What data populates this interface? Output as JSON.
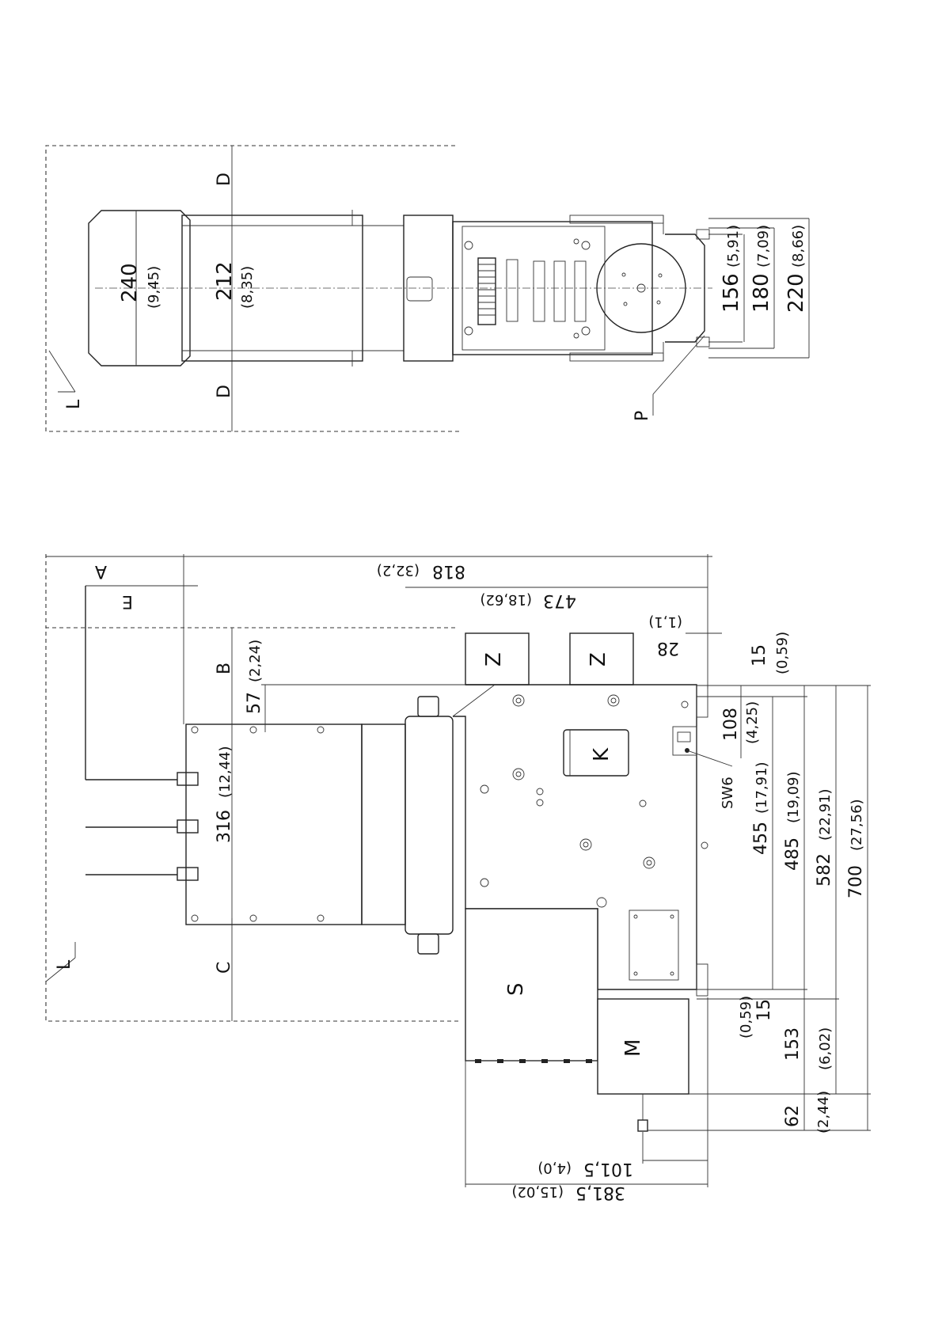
{
  "top_view": {
    "label_L": "L",
    "label_D_top": "D",
    "label_D_bottom": "D",
    "label_P": "P",
    "dim_240": "240",
    "dim_240_in": "(9,45)",
    "dim_212": "212",
    "dim_212_in": "(8,35)",
    "dim_156": "156",
    "dim_156_in": "(5,91)",
    "dim_180": "180",
    "dim_180_in": "(7,09)",
    "dim_220": "220",
    "dim_220_in": "(8,66)"
  },
  "side_view": {
    "label_A": "A",
    "label_E": "E",
    "label_B": "B",
    "label_C": "C",
    "label_L": "L",
    "label_Z1": "Z",
    "label_Z2": "Z",
    "label_K": "K",
    "label_S": "S",
    "label_M": "M",
    "label_SW6": "SW6",
    "dim_818": "818",
    "dim_818_in": "(32,2)",
    "dim_473": "473",
    "dim_473_in": "(18,62)",
    "dim_28": "28",
    "dim_28_in": "(1,1)",
    "dim_57": "57",
    "dim_57_in": "(2,24)",
    "dim_316": "316",
    "dim_316_in": "(12,44)",
    "dim_15_top": "15",
    "dim_15_top_in": "(0,59)",
    "dim_108": "108",
    "dim_108_in": "(4,25)",
    "dim_455": "455",
    "dim_455_in": "(17,91)",
    "dim_485": "485",
    "dim_485_in": "(19,09)",
    "dim_582": "582",
    "dim_582_in": "(22,91)",
    "dim_700": "700",
    "dim_700_in": "(27,56)",
    "dim_15_bot": "15",
    "dim_15_bot_in": "(0,59)",
    "dim_153": "153",
    "dim_153_in": "(6,02)",
    "dim_62": "62",
    "dim_62_in": "(2,44)",
    "dim_101": "101,5",
    "dim_101_in": "(4,0)",
    "dim_381": "381,5",
    "dim_381_in": "(15,02)"
  }
}
